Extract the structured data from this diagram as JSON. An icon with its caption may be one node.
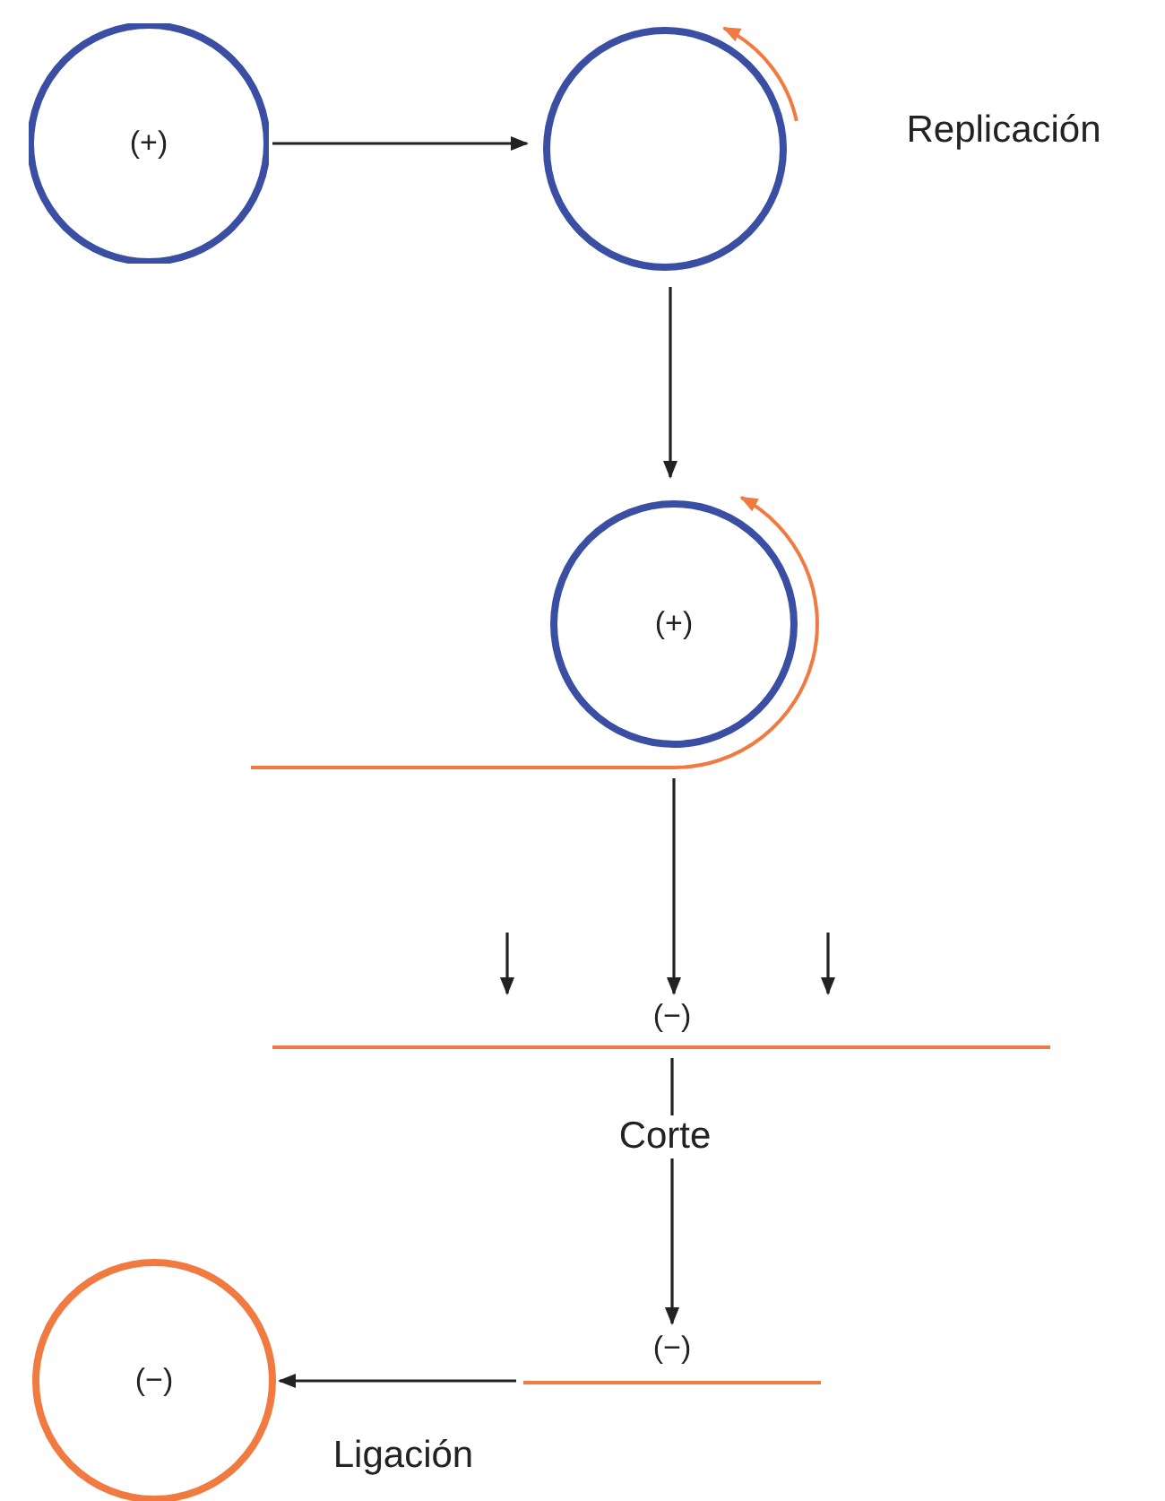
{
  "diagram": {
    "nodes": [
      {
        "text": [
          "(+)"
        ]
      },
      {
        "text": [],
        "shape": "circle",
        "beside": [
          "Replicación"
        ]
      },
      {
        "text": [
          "(+)"
        ]
      },
      {
        "text": [
          "(−)"
        ]
      },
      {
        "text": [
          "(−)"
        ]
      },
      {
        "text": [
          "(−)"
        ]
      }
    ],
    "edges": [
      {
        "from": 0,
        "to": 1,
        "arrow": "to"
      },
      {
        "from": 1,
        "to": 2,
        "arrow": "to"
      },
      {
        "from": 2,
        "to": 3,
        "arrow": "to"
      },
      {
        "from": null,
        "to": 3,
        "arrow": "to"
      },
      {
        "from": null,
        "to": 3,
        "arrow": "to"
      },
      {
        "from": 3,
        "to": 4,
        "arrow": "to",
        "label": "Corte"
      },
      {
        "from": 4,
        "to": 5,
        "arrow": "to",
        "label": "Ligación"
      }
    ]
  }
}
